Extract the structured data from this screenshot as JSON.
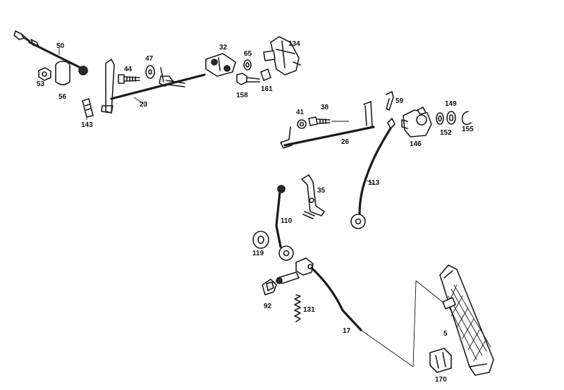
{
  "labels": {
    "p50": "50",
    "p53": "53",
    "p56": "56",
    "p44": "44",
    "p47": "47",
    "p23": "23",
    "p143": "143",
    "p32": "32",
    "p65": "65",
    "p134": "134",
    "p158": "158",
    "p161": "161",
    "p41": "41",
    "p38": "38",
    "p59": "59",
    "p149": "149",
    "p152": "152",
    "p155": "155",
    "p146": "146",
    "p26": "26",
    "p113": "113",
    "p35": "35",
    "p110": "110",
    "p119": "119",
    "p92": "92",
    "p131": "131",
    "p17": "17",
    "p5": "5",
    "p170": "170"
  },
  "colors": {
    "line": "#1a1a1a",
    "background": "#ffffff"
  }
}
